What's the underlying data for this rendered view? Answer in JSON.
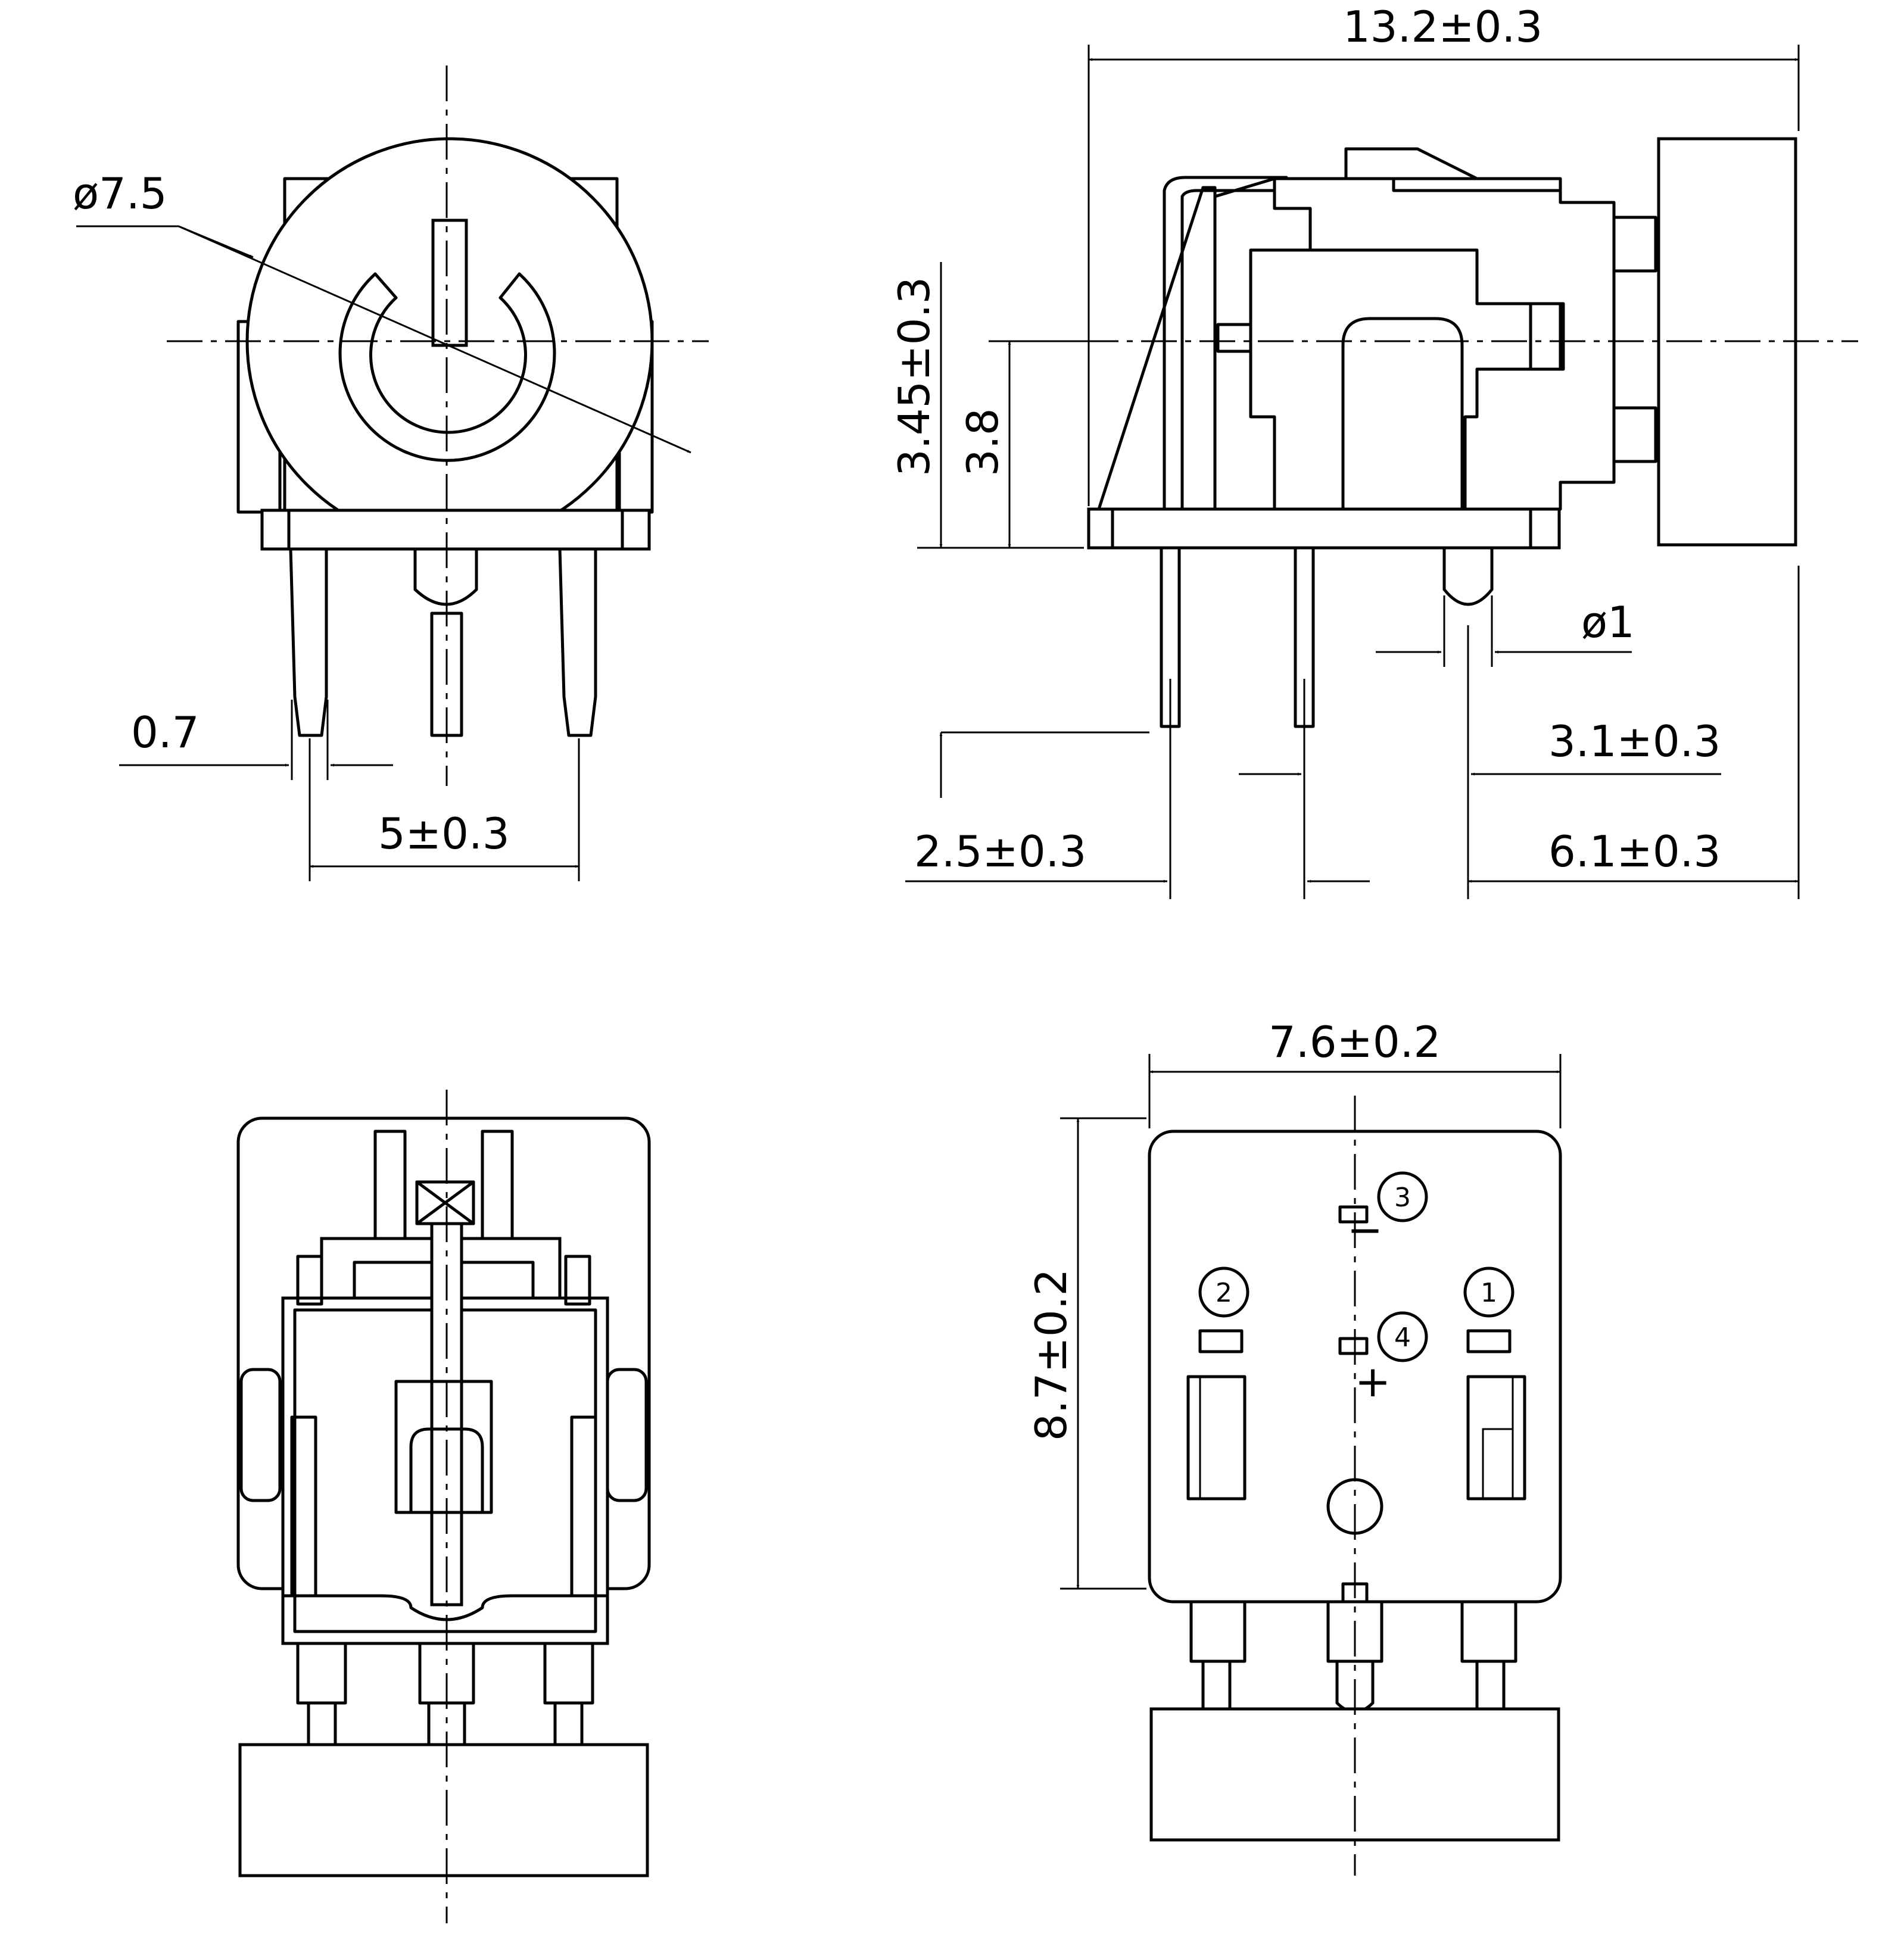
{
  "views": {
    "front": "front-view",
    "side": "side-view",
    "back": "back-view",
    "bottom": "bottom-view"
  },
  "dimensions": {
    "diameter_cap": "ø7.5",
    "pin_width": "0.7",
    "pin_pitch_front": "5±0.3",
    "overall_length": "13.2±0.3",
    "height_axis_a": "3.45±0.3",
    "height_axis_b": "3.8",
    "led_pin_diameter": "ø1",
    "pin_to_led": "3.1±0.3",
    "pin_spacing_side": "2.5±0.3",
    "led_to_front": "6.1±0.3",
    "bottom_width": "7.6±0.2",
    "bottom_depth": "8.7±0.2"
  },
  "pins": {
    "p1": "1",
    "p2": "2",
    "p3": "3",
    "p4": "4",
    "minus": "−",
    "plus": "+"
  }
}
